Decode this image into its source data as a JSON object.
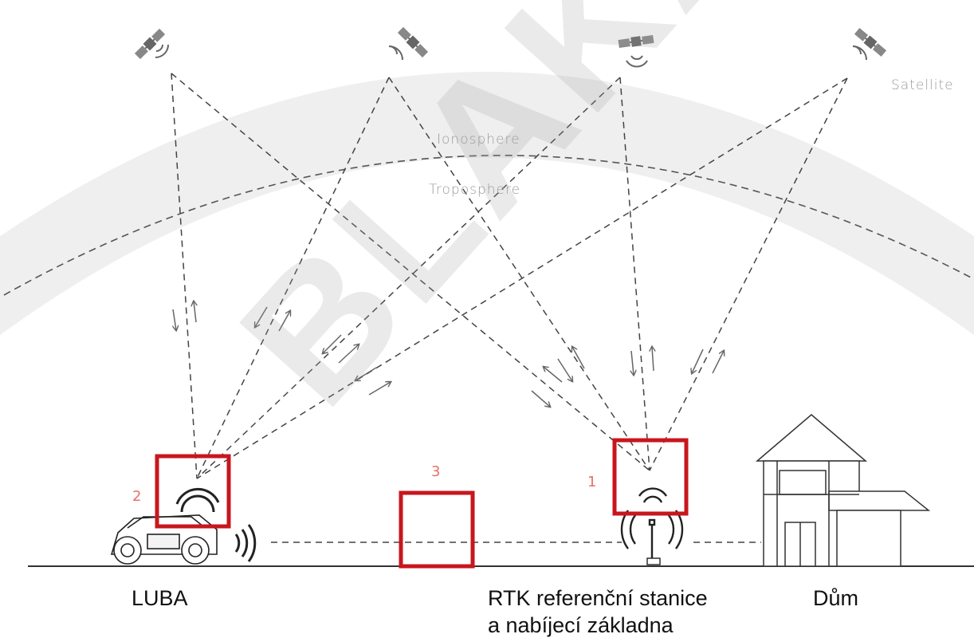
{
  "watermark": "BLAKAR",
  "layers": {
    "satellite": "Satellite",
    "ionosphere": "Ionosphere",
    "troposphere": "Troposphere"
  },
  "markers": {
    "n1": "1",
    "n2": "2",
    "n3": "3"
  },
  "labels": {
    "luba": "LUBA",
    "rtk_line1": "RTK referenční stanice",
    "rtk_line2": "a nabíjecí základna",
    "house": "Dům"
  },
  "colors": {
    "highlight": "#c8161d",
    "marker_number": "#e8706a",
    "band": "#efefef",
    "lines": "#444444"
  }
}
